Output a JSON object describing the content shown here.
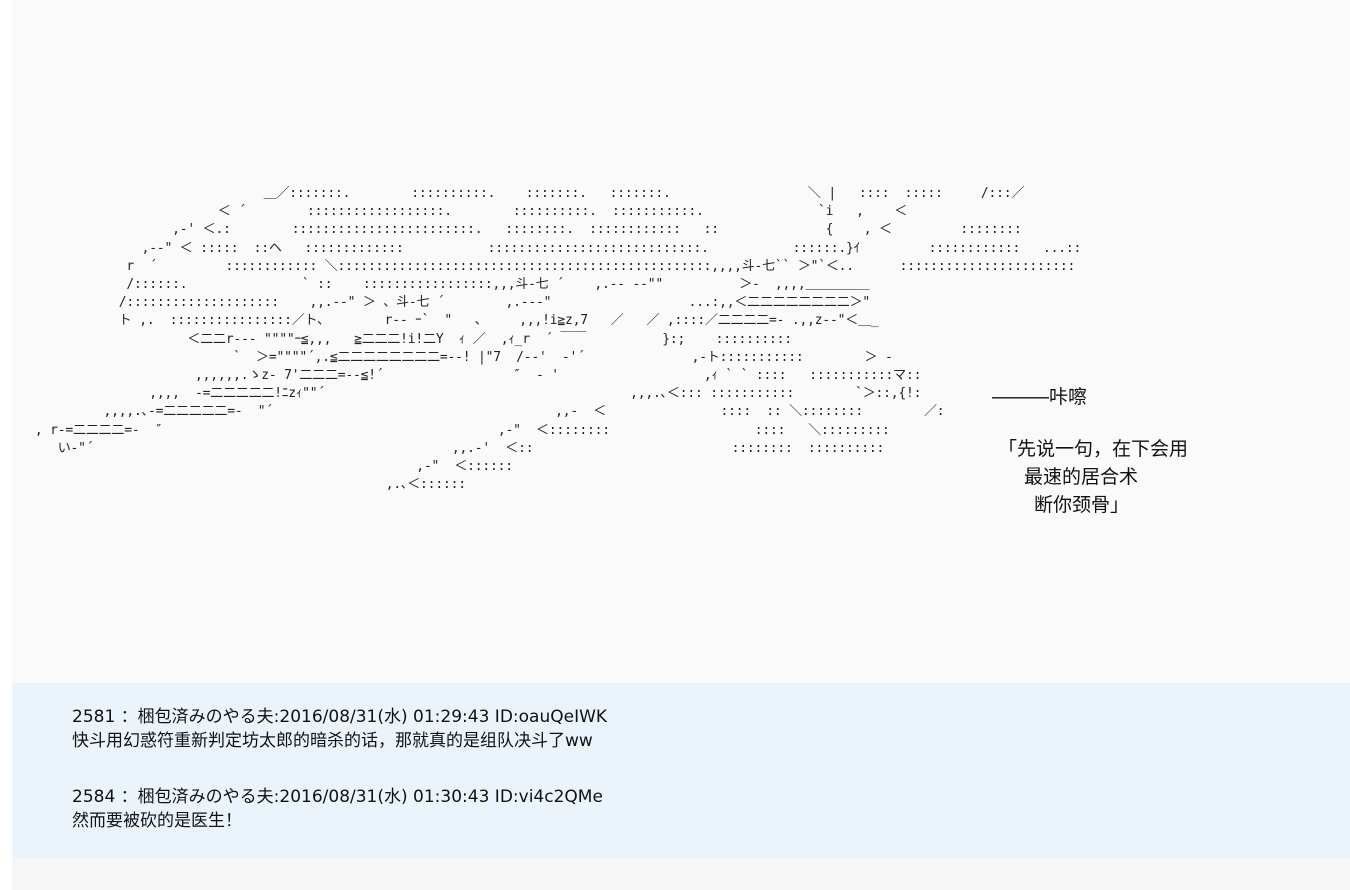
{
  "art": {
    "ascii": "                                 ＿／:::::::.        ::::::::::.    :::::::.   :::::::.                  ＼ |   ::::  :::::     /:::／\n                           ＜ ´        ::::::::::::::::::.        ::::::::::.  :::::::::::.               `i   ,    ＜\n                     ,-' ＜.:        ::::::::::::::::::::::::.   ::::::::.  ::::::::::::   ::              {    , ＜         ::::::::\n                 ,-‐\" ＜ :::::  ::ヘ   :::::::::::::           ::::::::::::::::::::::::::::.           ::::::.}ｲ         ::::::::::::   ...::\n               r  ´         :::::::::::: ＼:::::::::::::::::::::::::::::::::::::::::::::::::,,,,斗‐七`` ＞\"`＜..      :::::::::::::::::::::::\n               /::::::.               ` ::    :::::::::::::::::,,,斗‐七 ´    ,.-‐ ‐‐\"\"          ＞-  ,,,,＿＿＿＿＿\n              /::::::::::::::::::::    ,,.-‐\" ＞ 、斗‐七 ´        ,.--‐\"                  ...:,,＜二二二二二二二二＞\"\n              ト ,.  ::::::::::::::::／ト､        r‐‐ ｰ`  \"   ､     ,,,!i≧z,7   ／   ／ ,::::／二二二二=- .,,z-‐\"＜＿_\n                       ＜二二r‐‐‐ \"\"\"\"ｰ≦,,,   ≧二二二!i!二Y  ｨ ／  ,ｨ_r  ´ ￣￣          }:;    ::::::::::\n                             `  ＞=\"\"\"\"´,.≦二二二二二二二二=‐‐! |\"7  /‐‐'  ‐'´              ,-ト:::::::::::        ＞ -\n                        ,,,,,,.ゝz- 7'二二二=‐‐≦!´                 ″  ‐ '                   ,ｨ ` ` ::::   :::::::::::マ::\n                  ,,,,  -=二二二二二!ﾆzｨ\"\"´                                        ,,,.､＜::: :::::::::::        `＞::,{!:\n            ,,,,.､-=二二二二二=-  \"´                                     ,,-  ＜               ::::  :: ＼::::::::        ／:\n   , r-=二二二二=-  ″                                            ,-\"  ＜::::::::                   ::::   ＼:::::::::\n      い‐\"´                                               ,,.-'  ＜::                          ::::::::  ::::::::::\n                                                     ,-\"  ＜::::::\n                                                 ,.､＜::::::"
  },
  "sfx": {
    "text": "―――咔嚓"
  },
  "speech": {
    "line1": "「先说一句，在下会用",
    "line2": "最速的居合术",
    "line3": "断你颈骨」"
  },
  "posts": [
    {
      "header": "2581 ：梱包済みのやる夫:2016/08/31(水) 01:29:43 ID:oauQeIWK",
      "body": "快斗用幻惑符重新判定坊太郎的暗杀的话，那就真的是组队决斗了ww"
    },
    {
      "header": "2584 ：梱包済みのやる夫:2016/08/31(水) 01:30:43 ID:vi4c2QMe",
      "body": "然而要被砍的是医生！"
    }
  ]
}
